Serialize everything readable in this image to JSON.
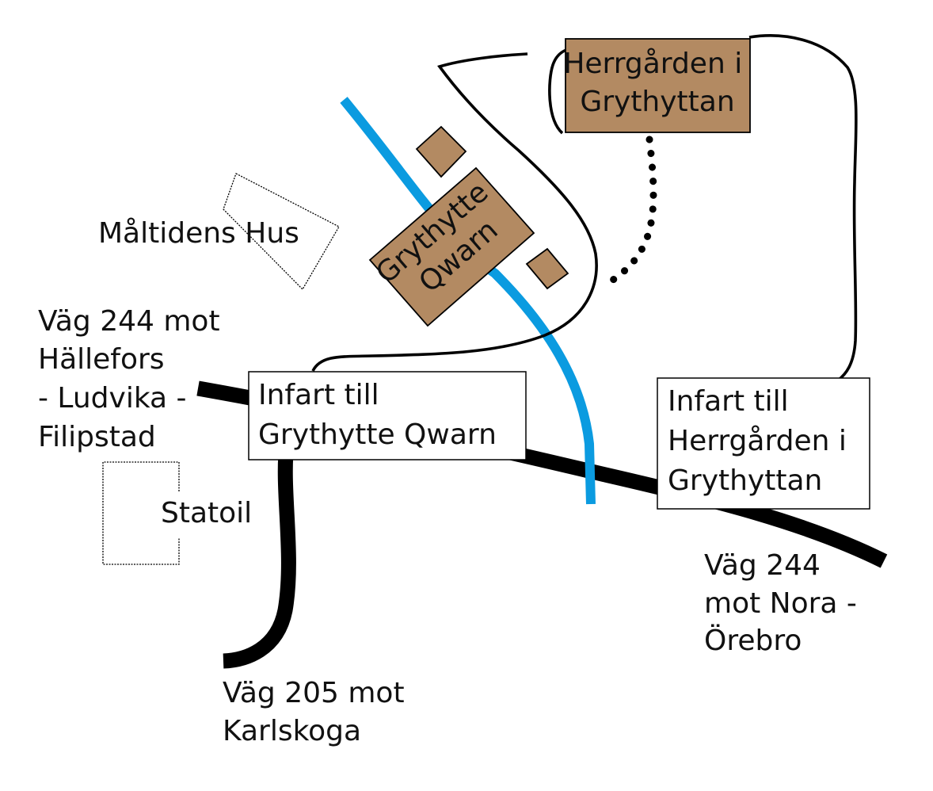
{
  "colors": {
    "background": "#ffffff",
    "road": "#000000",
    "river": "#0b9be0",
    "building": "#b38a62",
    "outline": "#000000",
    "label_text": "#111111"
  },
  "labels": {
    "maltidens_hus": "Måltidens Hus",
    "statoil": "Statoil",
    "grythytte_qwarn": [
      "Grythytte",
      "Qwarn"
    ],
    "herrgarden": [
      "Herrgården i",
      "Grythyttan"
    ],
    "infart_qwarn": [
      "Infart till",
      "Grythytte Qwarn"
    ],
    "infart_herrgarden": [
      "Infart till",
      "Herrgården i",
      "Grythyttan"
    ],
    "road_244_west": [
      "Väg 244 mot",
      "Hällefors",
      "- Ludvika -",
      "Filipstad"
    ],
    "road_244_east": [
      "Väg 244",
      "mot Nora -",
      "Örebro"
    ],
    "road_205": [
      "Väg 205 mot",
      "Karlskoga"
    ]
  },
  "legend_features": {
    "roads": [
      "Väg 244",
      "Väg 205"
    ],
    "river": "river",
    "buildings": [
      "Grythytte Qwarn",
      "Herrgården i Grythyttan",
      "small building",
      "small building"
    ],
    "outlines": [
      "Måltidens Hus",
      "Statoil"
    ],
    "paths": [
      "driveway loop Grythytte Qwarn",
      "driveway Herrgården",
      "dotted footpath"
    ]
  }
}
